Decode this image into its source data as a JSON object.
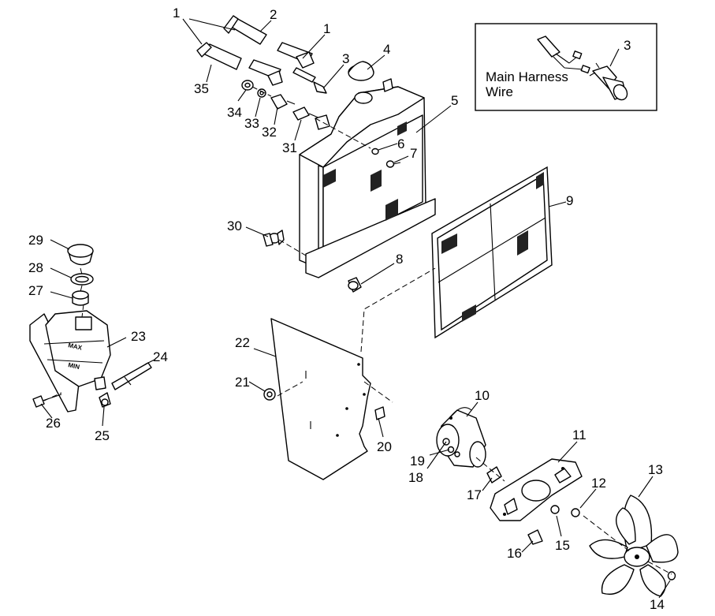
{
  "callouts": [
    "1",
    "1",
    "2",
    "3",
    "3",
    "4",
    "5",
    "6",
    "7",
    "8",
    "9",
    "10",
    "11",
    "12",
    "13",
    "14",
    "15",
    "16",
    "17",
    "18",
    "19",
    "20",
    "21",
    "22",
    "23",
    "24",
    "25",
    "26",
    "27",
    "28",
    "29",
    "30",
    "31",
    "32",
    "33",
    "34",
    "35"
  ],
  "inset": {
    "label_line1": "Main Harness",
    "label_line2": "Wire",
    "callout": "3"
  },
  "tank_marks": {
    "max": "MAX",
    "min": "MIN"
  }
}
